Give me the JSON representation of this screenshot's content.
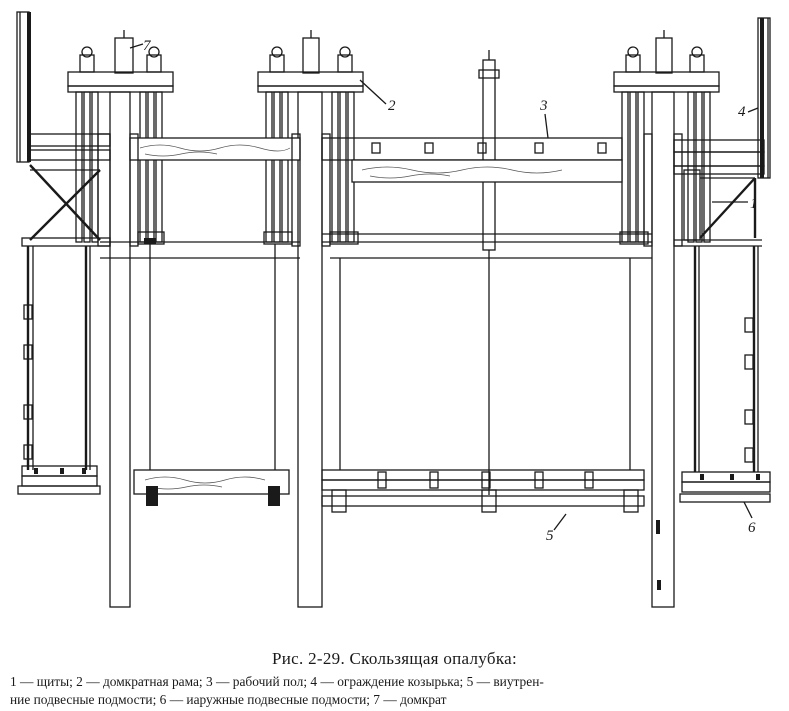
{
  "figure": {
    "title": "Рис. 2-29. Скользящая опалубка:",
    "legend_line1": "1 — щиты; 2 — домкратная рама; 3 — рабочий пол; 4 — ограждение козырька; 5 — виутрен-",
    "legend_line2": "ние подвесные подмости; 6 — иаружные подвесные подмости; 7 — домкрат"
  },
  "callouts": [
    {
      "number": "1",
      "label": "щиты"
    },
    {
      "number": "2",
      "label": "домкратная рама"
    },
    {
      "number": "3",
      "label": "рабочий пол"
    },
    {
      "number": "4",
      "label": "ограждение козырька"
    },
    {
      "number": "5",
      "label": "виутренние подвесные подмости"
    },
    {
      "number": "6",
      "label": "иаружные подвесные подмости"
    },
    {
      "number": "7",
      "label": "домкрат"
    }
  ]
}
